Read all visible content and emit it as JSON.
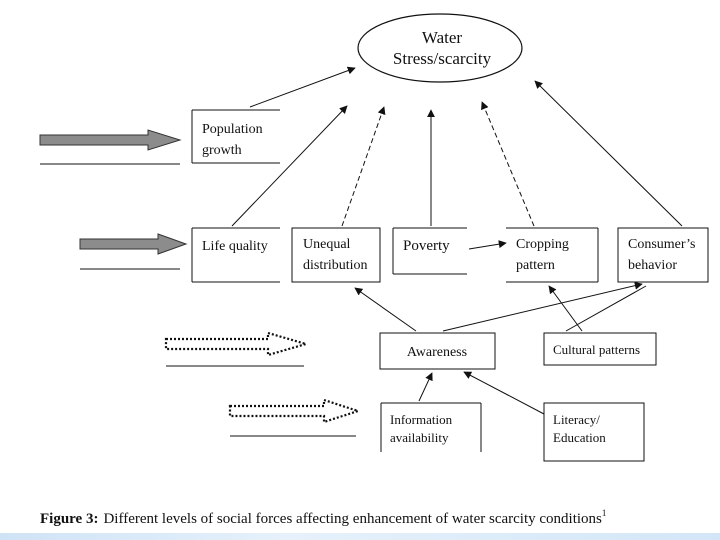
{
  "diagram": {
    "nodes": {
      "water_line1": "Water",
      "water_line2": "Stress/scarcity",
      "population_line1": "Population",
      "population_line2": "growth",
      "life_quality": "Life quality",
      "unequal_line1": "Unequal",
      "unequal_line2": "distribution",
      "poverty": "Poverty",
      "cropping_line1": "Cropping",
      "cropping_line2": "pattern",
      "consumer_line1": "Consumer’s",
      "consumer_line2": "behavior",
      "awareness": "Awareness",
      "cultural": "Cultural patterns",
      "info_line1": "Information",
      "info_line2": "availability",
      "literacy_line1": "Literacy/",
      "literacy_line2": "Education"
    }
  },
  "caption": {
    "label": "Figure 3:",
    "text": "Different levels of social forces affecting enhancement of water scarcity conditions",
    "superscript": "1"
  },
  "colors": {
    "line": "#111111",
    "solid_arrow_fill": "#8c8c8c",
    "footer_bar": "#dcebf8"
  }
}
